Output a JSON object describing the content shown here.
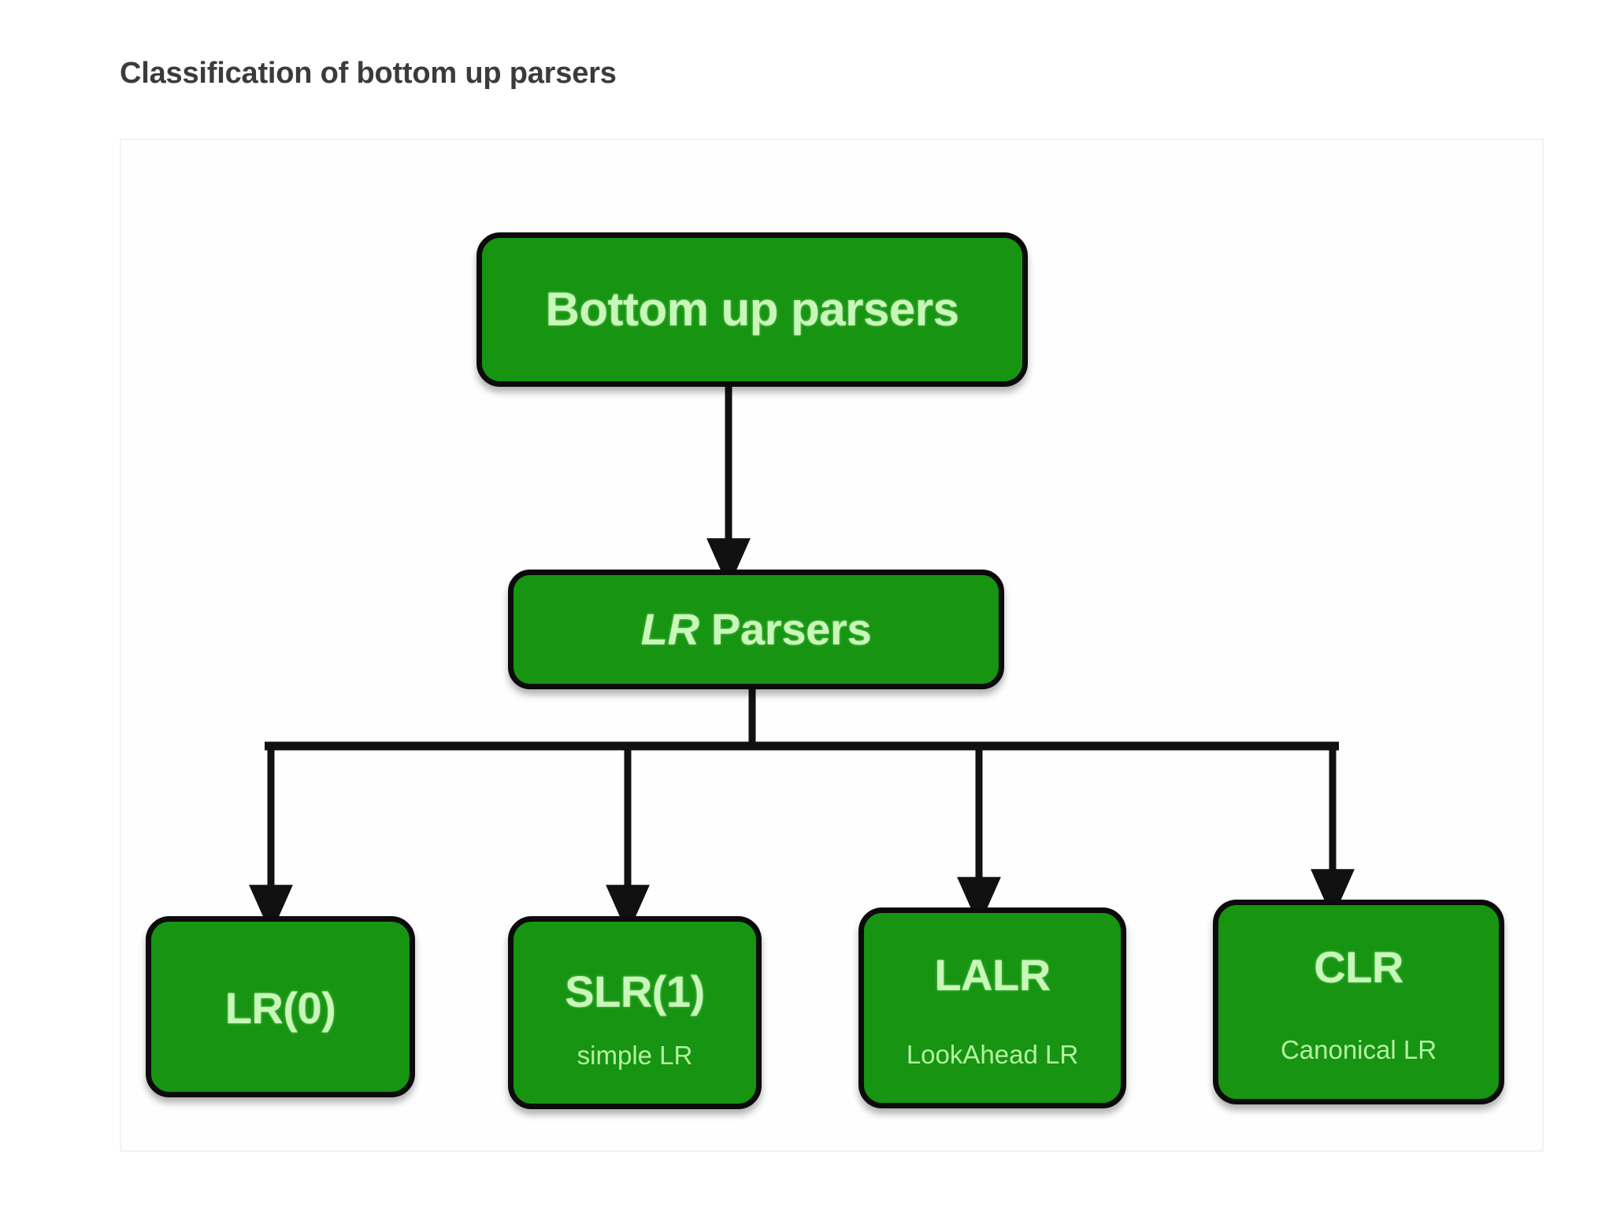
{
  "page": {
    "title": "Classification of bottom up parsers",
    "background_color": "#ffffff",
    "frame_border_color": "#f2f2f5"
  },
  "theme": {
    "node_fill": "#169412",
    "node_border": "#0b0b0b",
    "node_text": "#c9f7b9",
    "connector_color": "#111111",
    "title_text": "#3b3b3b"
  },
  "diagram": {
    "type": "tree",
    "root": {
      "id": "bottom-up-parsers",
      "label": "Bottom up parsers"
    },
    "level2": {
      "id": "lr-parsers",
      "label_italic": "LR",
      "label_rest": " Parsers"
    },
    "leaves": [
      {
        "id": "lr0",
        "label": "LR(0)",
        "subtitle": ""
      },
      {
        "id": "slr1",
        "label": "SLR(1)",
        "subtitle": "simple LR"
      },
      {
        "id": "lalr",
        "label": "LALR",
        "subtitle": "LookAhead LR"
      },
      {
        "id": "clr",
        "label": "CLR",
        "subtitle": "Canonical LR"
      }
    ],
    "edges": [
      {
        "from": "bottom-up-parsers",
        "to": "lr-parsers",
        "style": "arrow-down"
      },
      {
        "from": "lr-parsers",
        "to": "lr0",
        "style": "bus-arrow-down"
      },
      {
        "from": "lr-parsers",
        "to": "slr1",
        "style": "bus-arrow-down"
      },
      {
        "from": "lr-parsers",
        "to": "lalr",
        "style": "bus-arrow-down"
      },
      {
        "from": "lr-parsers",
        "to": "clr",
        "style": "bus-arrow-down"
      }
    ]
  }
}
